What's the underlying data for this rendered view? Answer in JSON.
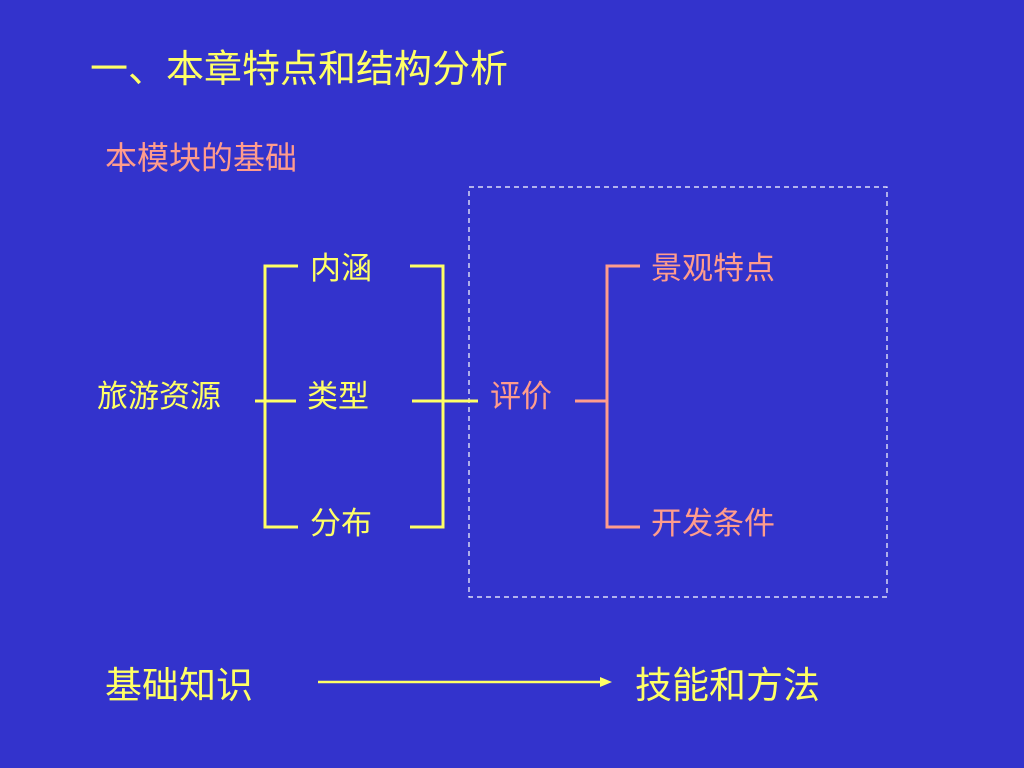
{
  "title": "一、本章特点和结构分析",
  "subtitle": "本模块的基础",
  "diagram": {
    "root": "旅游资源",
    "aspects": [
      "内涵",
      "类型",
      "分布"
    ],
    "center": "评价",
    "outcomes": [
      "景观特点",
      "开发条件"
    ]
  },
  "bottom": {
    "from": "基础知识",
    "to": "技能和方法"
  },
  "colors": {
    "background": "#3333cc",
    "primary_text": "#ffff66",
    "accent_text": "#ff9c8c",
    "box_border": "#ffffff"
  }
}
